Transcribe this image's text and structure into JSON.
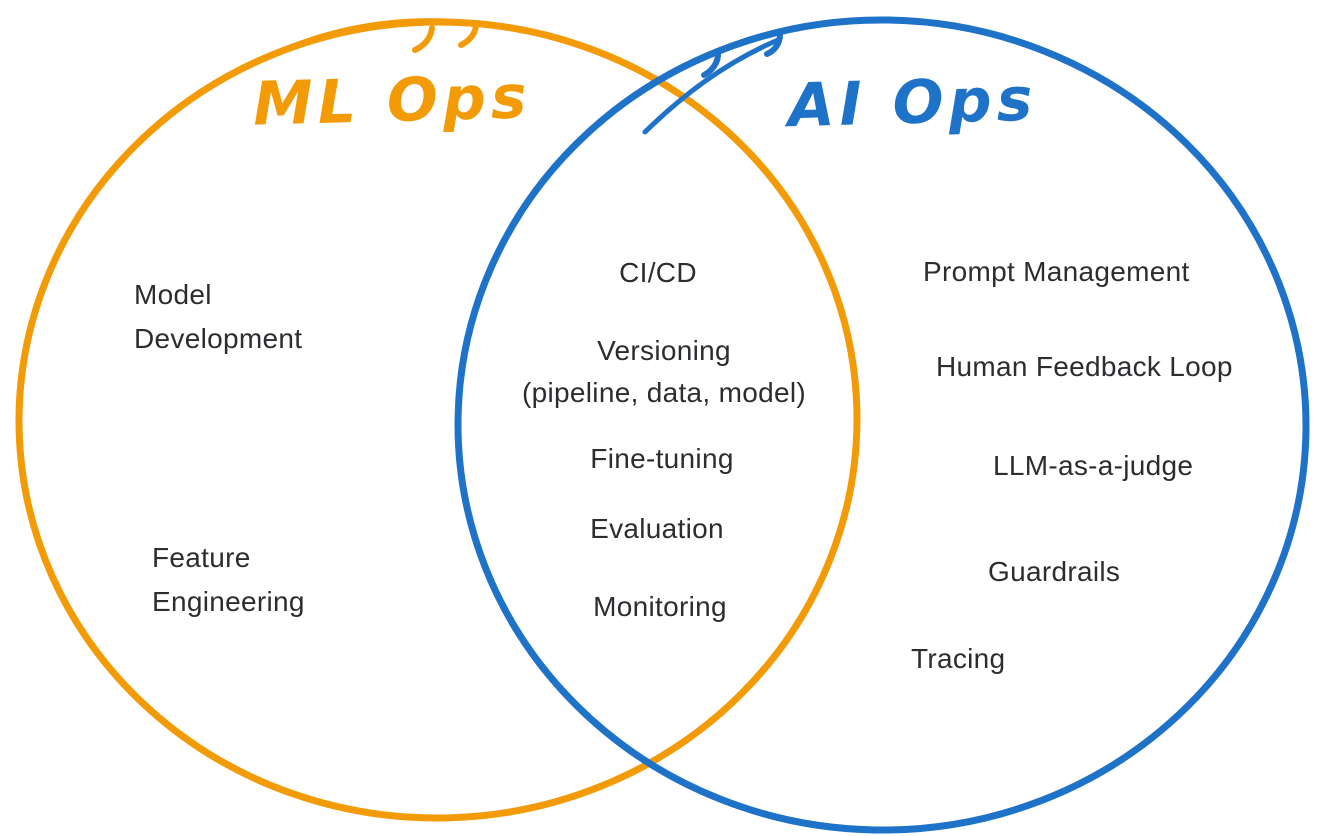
{
  "venn": {
    "text_color": "#2B2D30",
    "left": {
      "title": "ML Ops",
      "color": "#F29B06",
      "items": [
        "Model\nDevelopment",
        "Feature\nEngineering"
      ]
    },
    "right": {
      "title": "AI Ops",
      "color": "#1E73C8",
      "items": [
        "Prompt Management",
        "Human Feedback Loop",
        "LLM-as-a-judge",
        "Guardrails",
        "Tracing"
      ]
    },
    "intersection": {
      "items": [
        "CI/CD",
        "Versioning\n(pipeline, data, model)",
        "Fine-tuning",
        "Evaluation",
        "Monitoring"
      ]
    }
  }
}
